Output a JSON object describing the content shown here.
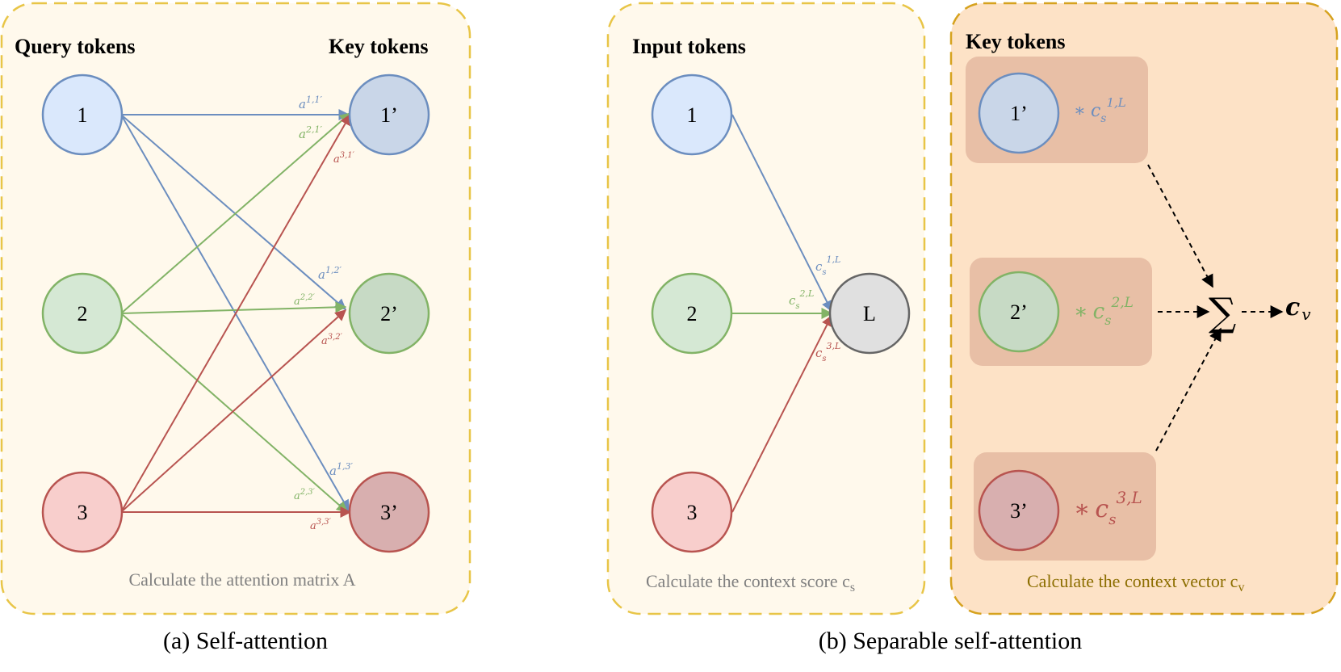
{
  "panel_a": {
    "query_heading": "Query tokens",
    "key_heading": "Key tokens",
    "query_nodes": [
      "1",
      "2",
      "3"
    ],
    "key_nodes": [
      "1’",
      "2’",
      "3’"
    ],
    "edge_labels": {
      "a11": "1,1′",
      "a21": "2,1′",
      "a31": "3,1′",
      "a12": "1,2′",
      "a22": "2,2′",
      "a32": "3,2′",
      "a13": "1,3′",
      "a23": "2,3′",
      "a33": "3,3′"
    },
    "attention_symbol": "a",
    "footer": "Calculate the attention matrix A",
    "caption": "(a) Self-attention"
  },
  "panel_b": {
    "input_heading": "Input tokens",
    "input_nodes": [
      "1",
      "2",
      "3"
    ],
    "latent_node": "L",
    "score_symbol": "c",
    "score_sub": "s",
    "score_sups": [
      "1,L",
      "2,L",
      "3,L"
    ],
    "footer_main": "Calculate the context score c",
    "footer_sub": "s"
  },
  "panel_c": {
    "key_heading": "Key tokens",
    "key_nodes": [
      "1’",
      "2’",
      "3’"
    ],
    "multiply": "∗",
    "score_symbol": "c",
    "score_sub": "s",
    "score_sups": [
      "1,L",
      "2,L",
      "3,L"
    ],
    "sum_symbol": "∑",
    "output_symbol": "c",
    "output_sub": "v",
    "footer_main": "Calculate the context vector c",
    "footer_sub": "v"
  },
  "caption_b": "(b) Separable self-attention",
  "colors": {
    "blue": "#6c8ebf",
    "blue_fill": "#dae8fc",
    "green": "#82b366",
    "green_fill": "#d5e8d4",
    "red": "#b85450",
    "red_fill": "#f8cecc",
    "key_blue_fill": "#c9d6e8",
    "key_green_fill": "#c7dac5",
    "key_red_fill": "#d8afaf",
    "panel_fill": "#fff9ec",
    "panel_border": "#e8c547",
    "orange_fill": "#fde2c6",
    "orange_border": "#d6a21e",
    "latent_fill": "#e0e0e0",
    "latent_border": "#666666",
    "footer_gray": "#808080",
    "footer_gold": "#8c6e00"
  }
}
